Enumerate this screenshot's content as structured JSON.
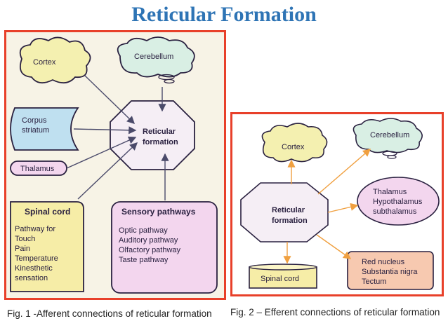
{
  "title": "Reticular Formation",
  "fig1": {
    "caption": "Fig. 1 -Afferent connections of reticular formation",
    "cortex": "Cortex",
    "cerebellum": "Cerebellum",
    "corpus_striatum": [
      "Corpus",
      "striatum"
    ],
    "thalamus": "Thalamus",
    "reticular_formation": [
      "Reticular",
      "formation"
    ],
    "spinal_cord": {
      "heading": "Spinal cord",
      "items": [
        "Pathway for",
        "Touch",
        "Pain",
        "Temperature",
        "Kinesthetic",
        "sensation"
      ]
    },
    "sensory_pathways": {
      "heading": "Sensory pathways",
      "items": [
        "Optic pathway",
        "Auditory pathway",
        "Olfactory pathway",
        "Taste pathway"
      ]
    }
  },
  "fig2": {
    "caption": "Fig. 2 – Efferent connections of reticular formation",
    "cortex": "Cortex",
    "cerebellum": "Cerebellum",
    "thalamus_group": [
      "Thalamus",
      "Hypothalamus",
      "subthalamus"
    ],
    "reticular_formation": [
      "Reticular",
      "formation"
    ],
    "spinal_cord": "Spinal cord",
    "midbrain_group": [
      "Red nucleus",
      "Substantia nigra",
      "Tectum"
    ]
  },
  "colors": {
    "title": "#2e74b5",
    "frame": "#e8402a",
    "cortex_fill": "#f4f0b0",
    "cerebellum_fill": "#d9efe4",
    "pink": "#f3d6ee",
    "blue": "#bfe0f0",
    "yellow": "#f6eda7",
    "orange_arrow": "#f0a040",
    "peach": "#f7c9b0"
  }
}
